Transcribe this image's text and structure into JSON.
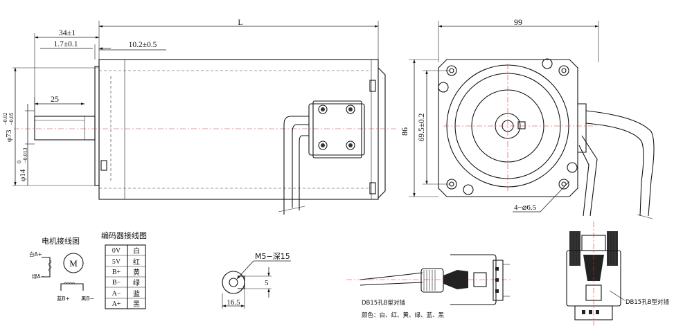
{
  "dimensions": {
    "length": "L",
    "width": "99",
    "flange_offset": "34±1",
    "flange_thickness": "1.7±0.1",
    "pilot": "10.2±0.5",
    "shaft_length": "25",
    "pilot_diameter": "φ73",
    "pilot_tol_upper": "−0.02",
    "pilot_tol_lower": "−0.05",
    "shaft_diameter": "φ14",
    "shaft_tol_upper": "0",
    "shaft_tol_lower": "−0.013",
    "height": "86",
    "hole_spacing": "69.5±0.2",
    "mount_holes": "4−⌀6.5",
    "tap_hole": "M5−深15",
    "flat_depth": "5",
    "shaft_dia_end": "16.5"
  },
  "motor_wiring": {
    "title": "电机接线图",
    "white_a_plus": "白A+",
    "green_a_minus": "绿A−",
    "blue_b_plus": "蓝B+",
    "black_b_minus": "黑B−",
    "motor_symbol": "M"
  },
  "encoder_wiring": {
    "title": "编码器接线图",
    "rows": [
      {
        "signal": "0V",
        "color": "白"
      },
      {
        "signal": "5V",
        "color": "红"
      },
      {
        "signal": "B+",
        "color": "黄"
      },
      {
        "signal": "B−",
        "color": "绿"
      },
      {
        "signal": "A−",
        "color": "蓝"
      },
      {
        "signal": "A+",
        "color": "黑"
      }
    ]
  },
  "connector": {
    "label": "DB15孔B型对插",
    "colors": "颜色：白、红、黄、绿、蓝、黑",
    "label_right": "DB15孔B型对插"
  }
}
